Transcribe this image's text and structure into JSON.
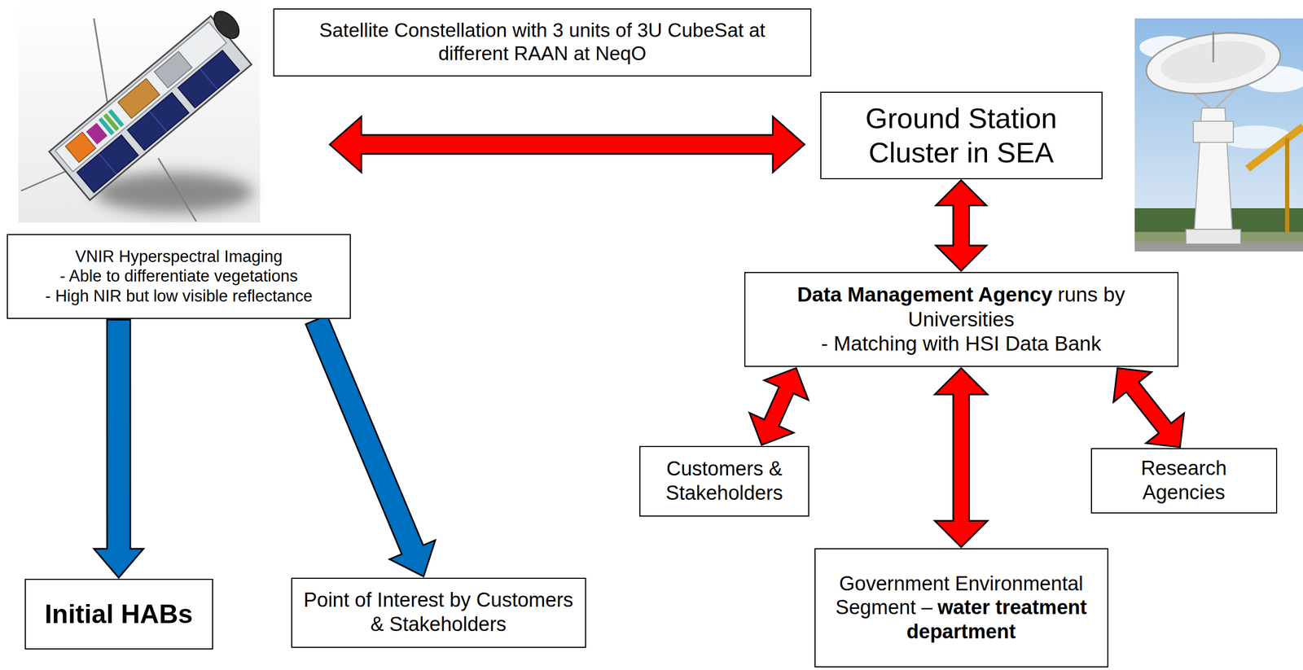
{
  "diagram": {
    "nodes": [
      {
        "text": [
          "Satellite Constellation with 3 units of 3U CubeSat at different RAAN at NeqO"
        ]
      },
      {
        "text": [
          "Ground Station Cluster in SEA"
        ]
      },
      {
        "text": [
          "VNIR Hyperspectral Imaging",
          "- Able to differentiate vegetations",
          "- High NIR but low visible reflectance"
        ]
      },
      {
        "text": [
          "Data Management Agency",
          "runs by Universities",
          "- Matching with HSI Data Bank"
        ]
      },
      {
        "text": [
          "Customers & Stakeholders"
        ]
      },
      {
        "text": [
          "Research Agencies"
        ]
      },
      {
        "text": [
          "Initial HABs"
        ]
      },
      {
        "text": [
          "Point of Interest by Customers & Stakeholders"
        ]
      },
      {
        "text": [
          "Government Environmental Segment –",
          "water treatment department"
        ]
      }
    ],
    "edges": [
      {
        "from": 1,
        "to": 3,
        "arrow": "both"
      },
      {
        "from": 3,
        "to": 4,
        "arrow": "both"
      },
      {
        "from": 3,
        "to": 8,
        "arrow": "both"
      },
      {
        "from": 3,
        "to": 5,
        "arrow": "both"
      },
      {
        "from": 2,
        "to": 6,
        "arrow": "to"
      },
      {
        "from": 2,
        "to": 7,
        "arrow": "to"
      }
    ]
  }
}
